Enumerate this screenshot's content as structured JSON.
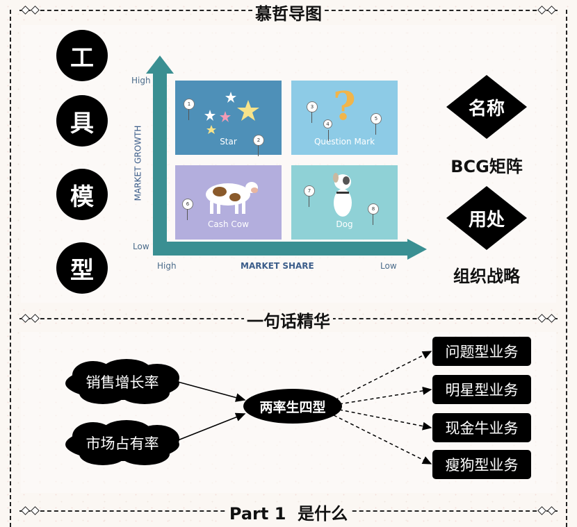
{
  "header_title": "慕哲导图",
  "side_chars": [
    "工",
    "具",
    "模",
    "型"
  ],
  "bcg": {
    "axis_y_label": "MARKET GROWTH",
    "axis_x_label": "MARKET SHARE",
    "y_high": "High",
    "y_low": "Low",
    "x_high": "High",
    "x_low": "Low",
    "quadrants": {
      "star": "Star",
      "question_mark": "Question Mark",
      "cash_cow": "Cash Cow",
      "dog": "Dog"
    },
    "pins": [
      "1",
      "2",
      "3",
      "4",
      "5",
      "6",
      "7",
      "8"
    ]
  },
  "right_panel": {
    "name_label": "名称",
    "name_value": "BCG矩阵",
    "use_label": "用处",
    "use_value": "组织战略"
  },
  "section2_title": "一句话精华",
  "mindmap": {
    "inputs": [
      "销售增长率",
      "市场占有率"
    ],
    "center": "两率生四型",
    "outputs": [
      "问题型业务",
      "明星型业务",
      "现金牛业务",
      "瘦狗型业务"
    ]
  },
  "section3_title": "Part 1  是什么",
  "colors": {
    "star_bg": "#4e90b8",
    "question_bg": "#8dcbe6",
    "cashcow_bg": "#b3aedd",
    "dog_bg": "#8fd1d6",
    "axis": "#3a8f92"
  }
}
